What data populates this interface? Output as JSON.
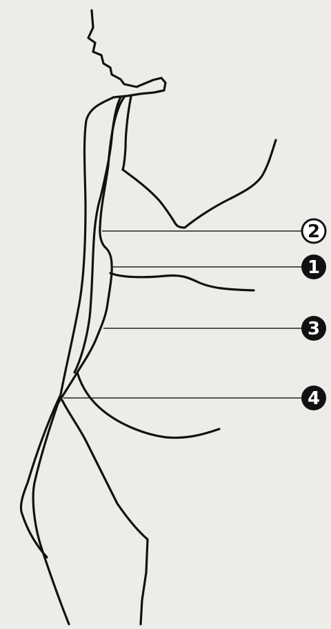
{
  "figure": {
    "markers": [
      {
        "id": "2",
        "label": "2"
      },
      {
        "id": "1",
        "label": "1"
      },
      {
        "id": "3",
        "label": "3"
      },
      {
        "id": "4",
        "label": "4"
      }
    ]
  }
}
